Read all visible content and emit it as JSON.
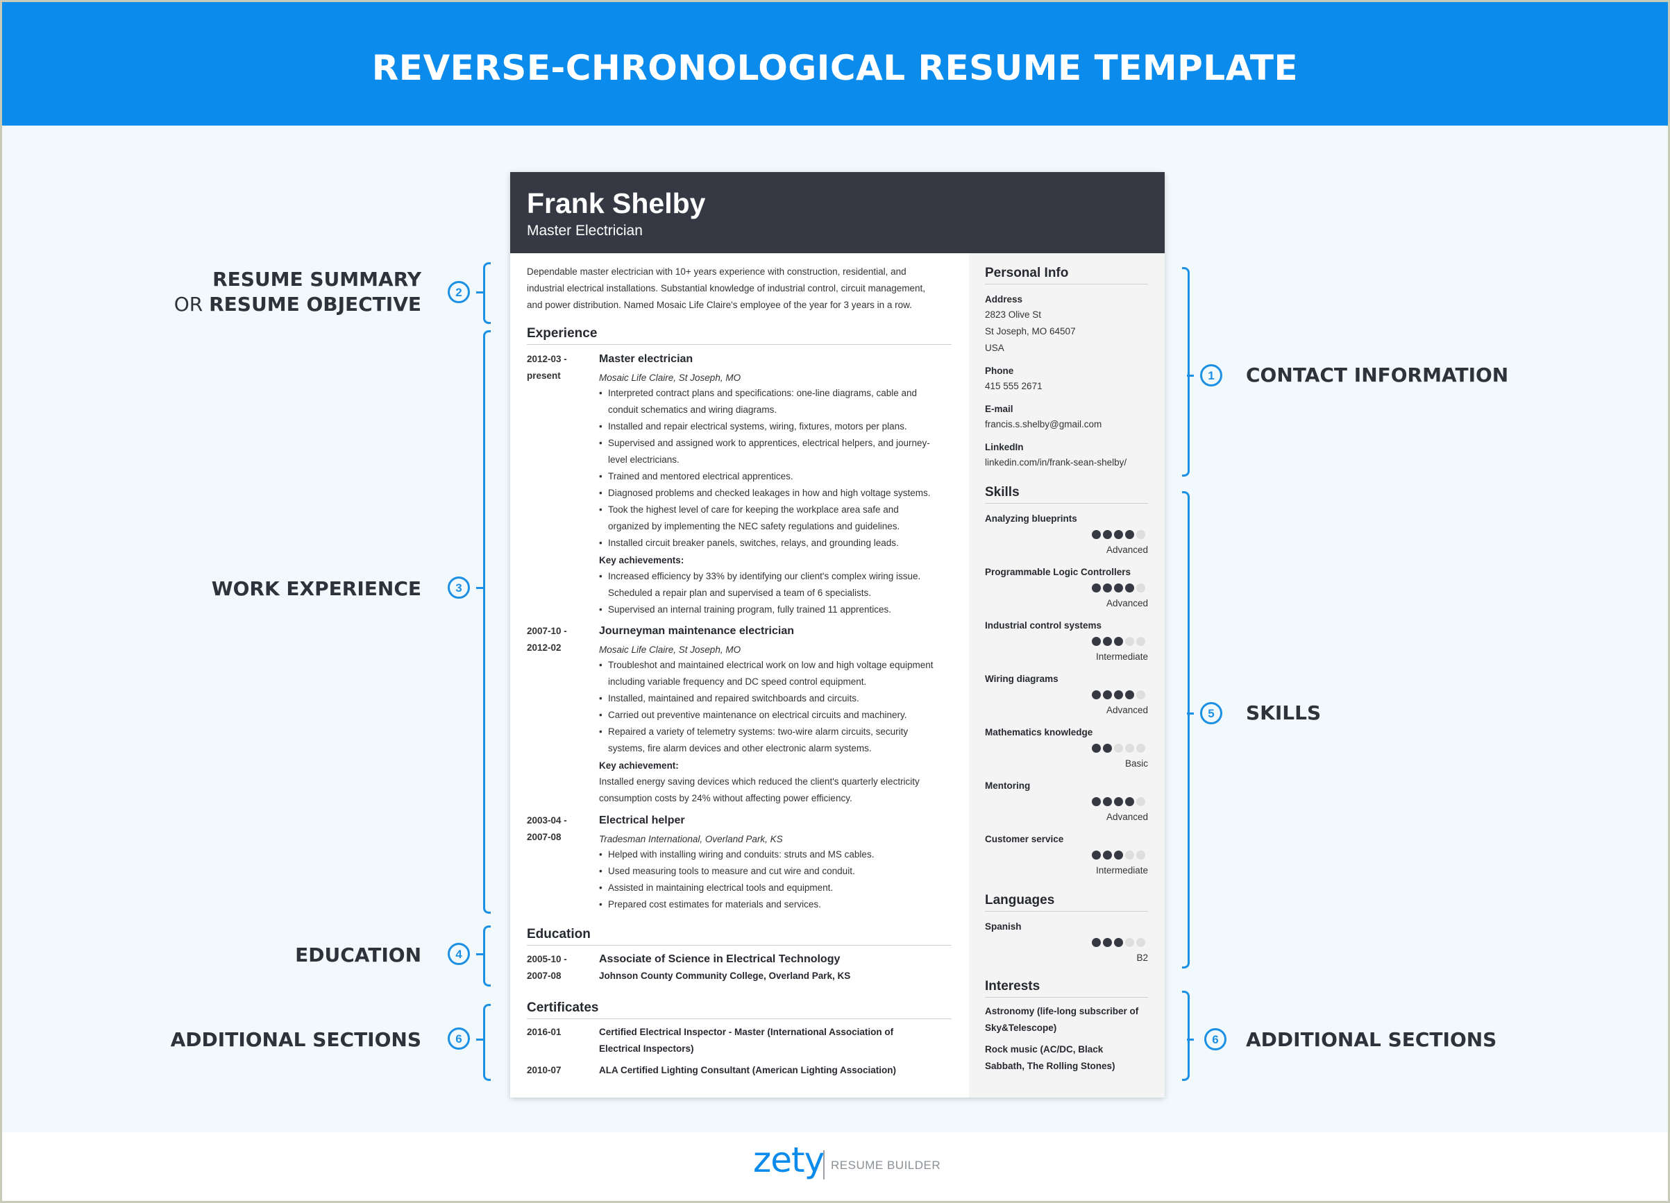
{
  "banner": {
    "title": "REVERSE-CHRONOLOGICAL RESUME TEMPLATE"
  },
  "annotations": {
    "summary": {
      "number": "2",
      "line1": "RESUME SUMMARY",
      "line2_prefix": "OR ",
      "line2_bold": "RESUME OBJECTIVE"
    },
    "work": {
      "number": "3",
      "label": "WORK EXPERIENCE"
    },
    "education": {
      "number": "4",
      "label": "EDUCATION"
    },
    "additional_left": {
      "number": "6",
      "label": "ADDITIONAL SECTIONS"
    },
    "contact": {
      "number": "1",
      "label": "CONTACT INFORMATION"
    },
    "skills": {
      "number": "5",
      "label": "SKILLS"
    },
    "additional_right": {
      "number": "6",
      "label": "ADDITIONAL SECTIONS"
    }
  },
  "resume": {
    "name": "Frank Shelby",
    "title": "Master Electrician",
    "summary": [
      "Dependable master electrician with 10+ years experience with construction, residential, and",
      "industrial electrical installations. Substantial knowledge of industrial control, circuit management,",
      "and power distribution. Named Mosaic Life Claire's employee of the year for 3 years in a row."
    ],
    "experience_heading": "Experience",
    "jobs": [
      {
        "date1": "2012-03 -",
        "date2": "present",
        "title": "Master electrician",
        "company": "Mosaic Life Claire, St Joseph, MO",
        "bullets": [
          [
            "Interpreted contract plans and specifications: one-line diagrams, cable and",
            "conduit schematics and wiring diagrams."
          ],
          [
            "Installed and repair electrical systems, wiring, fixtures, motors per plans."
          ],
          [
            "Supervised and assigned work to apprentices, electrical helpers, and journey-",
            "level electricians."
          ],
          [
            "Trained and mentored electrical apprentices."
          ],
          [
            "Diagnosed problems and checked leakages in how and high voltage systems."
          ],
          [
            "Took the highest level of care for keeping the workplace area safe and",
            "organized by implementing the NEC safety regulations and guidelines."
          ],
          [
            "Installed circuit breaker panels, switches, relays, and grounding leads."
          ]
        ],
        "ach_label": "Key achievements:",
        "achievements": [
          [
            "Increased efficiency by 33% by identifying our client's complex wiring issue.",
            "Scheduled a repair plan and supervised a team of 6 specialists."
          ],
          [
            "Supervised an internal training program, fully trained 11 apprentices."
          ]
        ]
      },
      {
        "date1": "2007-10 -",
        "date2": "2012-02",
        "title": "Journeyman maintenance electrician",
        "company": "Mosaic Life Claire, St Joseph, MO",
        "bullets": [
          [
            "Troubleshot and maintained electrical work on low and high voltage equipment",
            "including variable frequency and DC speed control equipment."
          ],
          [
            "Installed, maintained and repaired switchboards and circuits."
          ],
          [
            "Carried out preventive maintenance on electrical circuits and machinery."
          ],
          [
            "Repaired a variety of telemetry systems: two-wire alarm circuits, security",
            "systems, fire alarm devices and other electronic alarm systems."
          ]
        ],
        "ach_label": "Key achievement:",
        "achievement_text": [
          "Installed energy saving devices which reduced the client's quarterly electricity",
          "consumption costs by 24% without affecting power efficiency."
        ]
      },
      {
        "date1": "2003-04 -",
        "date2": "2007-08",
        "title": "Electrical helper",
        "company": "Tradesman International, Overland Park, KS",
        "bullets": [
          [
            "Helped with installing wiring and conduits: struts and MS cables."
          ],
          [
            "Used measuring tools to measure and cut wire and conduit."
          ],
          [
            "Assisted in maintaining electrical tools and equipment."
          ],
          [
            "Prepared cost estimates for materials and services."
          ]
        ]
      }
    ],
    "education_heading": "Education",
    "education": {
      "date1": "2005-10 -",
      "date2": "2007-08",
      "degree": "Associate of Science in Electrical Technology",
      "school": "Johnson County Community College, Overland Park, KS"
    },
    "certificates_heading": "Certificates",
    "certificates": [
      {
        "date": "2016-01",
        "lines": [
          "Certified Electrical Inspector - Master (International Association of",
          "Electrical Inspectors)"
        ]
      },
      {
        "date": "2010-07",
        "lines": [
          "ALA Certified Lighting Consultant (American Lighting Association)"
        ]
      }
    ],
    "personal_heading": "Personal Info",
    "address_label": "Address",
    "address": [
      "2823 Olive St",
      "St Joseph, MO 64507",
      "USA"
    ],
    "phone_label": "Phone",
    "phone": "415 555 2671",
    "email_label": "E-mail",
    "email": "francis.s.shelby@gmail.com",
    "linkedin_label": "LinkedIn",
    "linkedin": "linkedin.com/in/frank-sean-shelby/",
    "skills_heading": "Skills",
    "skills": [
      {
        "name": "Analyzing blueprints",
        "rating": 4,
        "level": "Advanced"
      },
      {
        "name": "Programmable Logic Controllers",
        "rating": 4,
        "level": "Advanced"
      },
      {
        "name": "Industrial control systems",
        "rating": 3,
        "level": "Intermediate"
      },
      {
        "name": "Wiring diagrams",
        "rating": 4,
        "level": "Advanced"
      },
      {
        "name": "Mathematics knowledge",
        "rating": 2,
        "level": "Basic"
      },
      {
        "name": "Mentoring",
        "rating": 4,
        "level": "Advanced"
      },
      {
        "name": "Customer service",
        "rating": 3,
        "level": "Intermediate"
      }
    ],
    "languages_heading": "Languages",
    "languages": [
      {
        "name": "Spanish",
        "rating": 3,
        "level": "B2"
      }
    ],
    "interests_heading": "Interests",
    "interests": [
      [
        "Astronomy (life-long subscriber of",
        "Sky&Telescope)"
      ],
      [
        "Rock music (AC/DC, Black",
        "Sabbath, The Rolling Stones)"
      ]
    ]
  },
  "footer": {
    "logo": "zety",
    "tagline": "RESUME BUILDER"
  },
  "colors": {
    "banner": "#0b8ced",
    "accent": "#1b90e4",
    "resume_header": "#363943",
    "sidebar": "#f4f4f4"
  }
}
